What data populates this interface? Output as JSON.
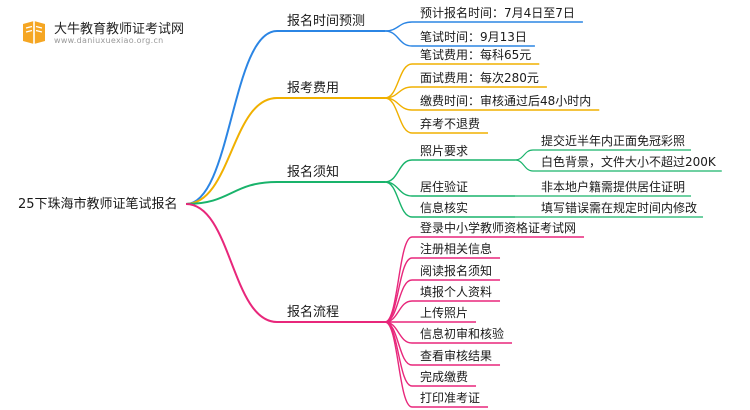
{
  "logo": {
    "name": "大牛教育教师证考试网",
    "url": "www.daniuxuexiao.org.cn"
  },
  "root": "25下珠海市教师证笔试报名",
  "branches": [
    {
      "label": "报名时间预测",
      "color": "#2b85e4",
      "children": [
        {
          "label": "预计报名时间：7月4日至7日",
          "children": []
        },
        {
          "label": "笔试时间：9月13日",
          "children": []
        }
      ]
    },
    {
      "label": "报考费用",
      "color": "#f0b000",
      "children": [
        {
          "label": "笔试费用：每科65元",
          "children": []
        },
        {
          "label": "面试费用：每次280元",
          "children": []
        },
        {
          "label": "缴费时间：审核通过后48小时内",
          "children": []
        },
        {
          "label": "弃考不退费",
          "children": []
        }
      ]
    },
    {
      "label": "报名须知",
      "color": "#19b36b",
      "children": [
        {
          "label": "照片要求",
          "children": [
            "提交近半年内正面免冠彩照",
            "白色背景，文件大小不超过200K"
          ]
        },
        {
          "label": "居住验证",
          "children": [
            "非本地户籍需提供居住证明"
          ]
        },
        {
          "label": "信息核实",
          "children": [
            "填写错误需在规定时间内修改"
          ]
        }
      ]
    },
    {
      "label": "报名流程",
      "color": "#e8277b",
      "children": [
        {
          "label": "登录中小学教师资格证考试网",
          "children": []
        },
        {
          "label": "注册相关信息",
          "children": []
        },
        {
          "label": "阅读报名须知",
          "children": []
        },
        {
          "label": "填报个人资料",
          "children": []
        },
        {
          "label": "上传照片",
          "children": []
        },
        {
          "label": "信息初审和核验",
          "children": []
        },
        {
          "label": "查看审核结果",
          "children": []
        },
        {
          "label": "完成缴费",
          "children": []
        },
        {
          "label": "打印准考证",
          "children": []
        }
      ]
    }
  ]
}
